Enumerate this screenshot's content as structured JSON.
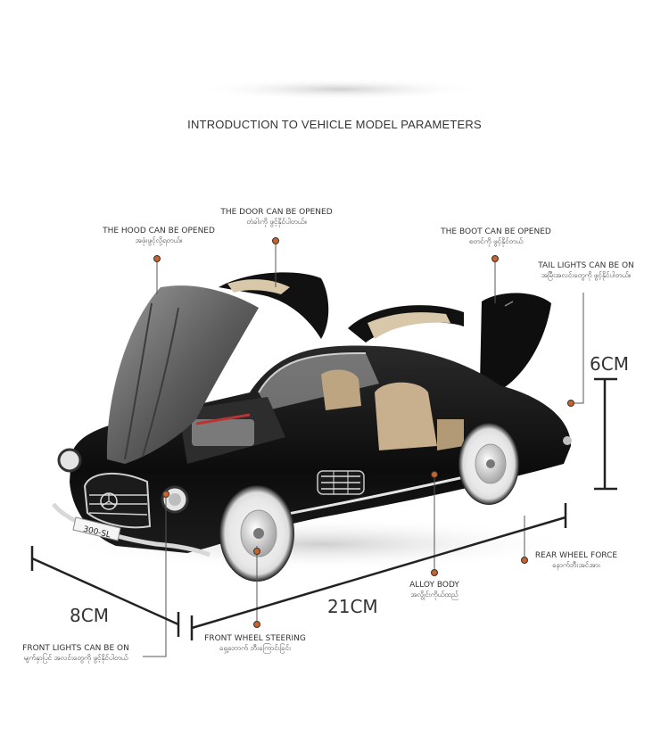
{
  "title": "INTRODUCTION TO VEHICLE MODEL PARAMETERS",
  "callouts": {
    "hood": {
      "en": "THE HOOD CAN BE OPENED",
      "mm": "အဖုံးဖွင့်လို့ရတယ်။"
    },
    "door": {
      "en": "THE DOOR CAN BE OPENED",
      "mm": "တံခါးကို ဖွင့်နိုင်ပါတယ်။"
    },
    "boot": {
      "en": "THE BOOT CAN BE OPENED",
      "mm": "စတင်ကို ဖွင့်နိုင်တယ်"
    },
    "tail_lights": {
      "en": "TAIL LIGHTS CAN BE ON",
      "mm": "အမြီးအလင်းတွေကို ဖွင့်နိုင်ပါတယ်။"
    },
    "rear_wheel": {
      "en": "REAR WHEEL FORCE",
      "mm": "နောက်ဘီးအင်အား"
    },
    "alloy_body": {
      "en": "ALLOY BODY",
      "mm": "အလွိုင်းကိုယ်ထည်"
    },
    "front_wheel": {
      "en": "FRONT WHEEL STEERING",
      "mm": "ရှေ့ဘောက် ဘီးကြောင်းခြင်း"
    },
    "front_lights": {
      "en": "FRONT LIGHTS CAN BE ON",
      "mm": "မျက်နှာပြင် အလင်းတွေကို ဖွင့်နိုင်ပါတယ်"
    }
  },
  "dimensions": {
    "height": "6CM",
    "width": "8CM",
    "length": "21CM"
  },
  "license_plate": "300-SL",
  "colors": {
    "callout_dot": "#c8632a",
    "leader_line": "#555555",
    "dimension_line": "#222222",
    "car_body": "#111111",
    "interior": "#c8b08e"
  }
}
